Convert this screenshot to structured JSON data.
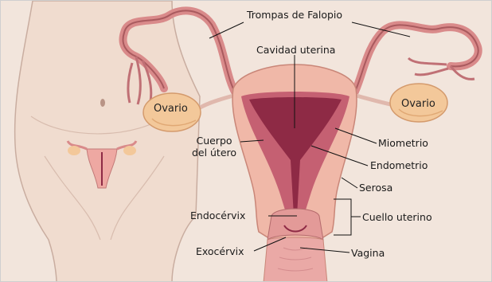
{
  "labels": {
    "trompas": "Trompas de Falopio",
    "cavidad": "Cavidad uterina",
    "ovario_left": "Ovario",
    "ovario_right": "Ovario",
    "cuerpo_line1": "Cuerpo",
    "cuerpo_line2": "del útero",
    "miometrio": "Miometrio",
    "endometrio": "Endometrio",
    "serosa": "Serosa",
    "endocervix": "Endocérvix",
    "cuello": "Cuello uterino",
    "exocervix": "Exocérvix",
    "vagina": "Vagina"
  },
  "colors": {
    "background": "#f2e5dc",
    "body_skin": "#f0dccf",
    "body_outline": "#c9ada0",
    "myometrium": "#f0b8a8",
    "endometrium": "#c56072",
    "cavity": "#8e2a45",
    "tube": "#d98a8a",
    "ovary": "#f3c89a",
    "leader_line": "#111111"
  }
}
